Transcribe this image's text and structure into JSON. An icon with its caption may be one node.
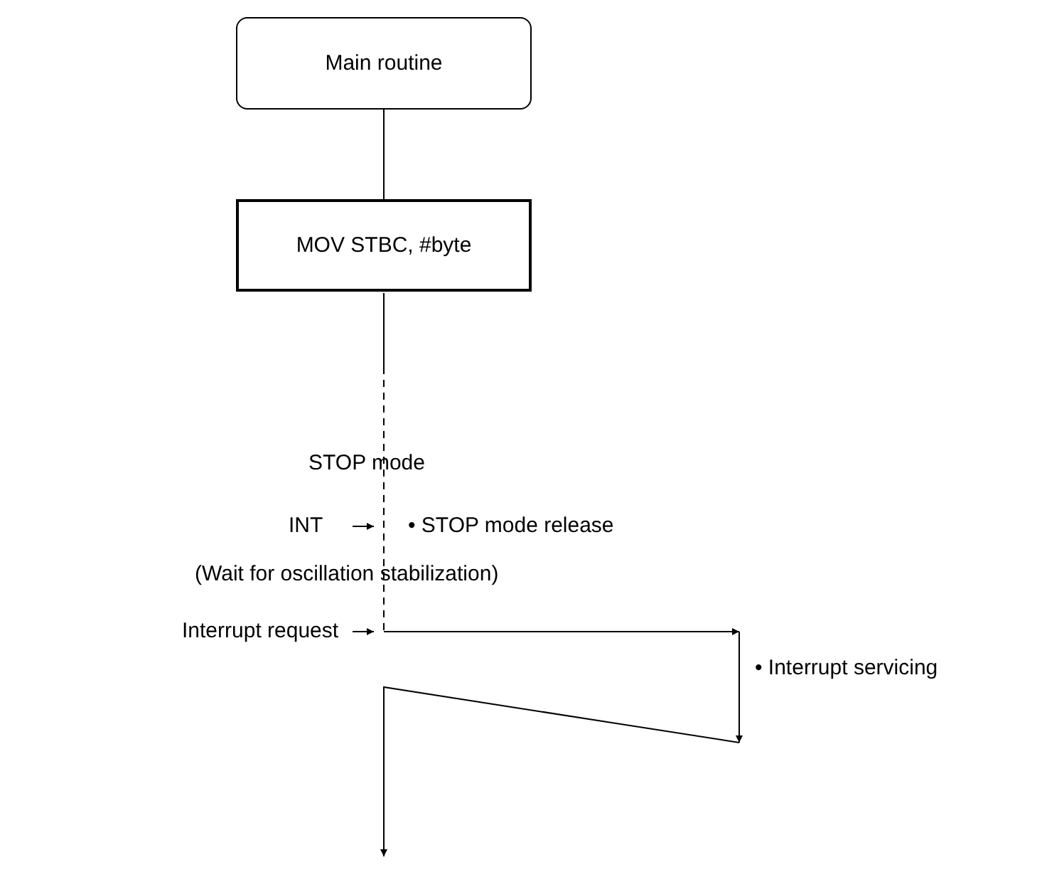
{
  "diagram": {
    "nodes": [
      {
        "text": [
          "Main routine"
        ]
      },
      {
        "text": [
          "MOV STBC, #byte"
        ]
      },
      {
        "text": [
          "INT"
        ]
      },
      {
        "text": [
          "Interrupt request"
        ]
      }
    ],
    "edges": [
      {
        "from": 0,
        "to": 1,
        "arrow": "none"
      },
      {
        "from": 1,
        "to": null,
        "arrow": "to"
      },
      {
        "from": 2,
        "to": null,
        "arrow": "to"
      },
      {
        "from": 3,
        "to": null,
        "arrow": "to"
      }
    ],
    "labels": [
      "STOP mode",
      "• STOP mode release",
      "(Wait for oscillation stabilization)",
      "• Interrupt servicing"
    ]
  }
}
